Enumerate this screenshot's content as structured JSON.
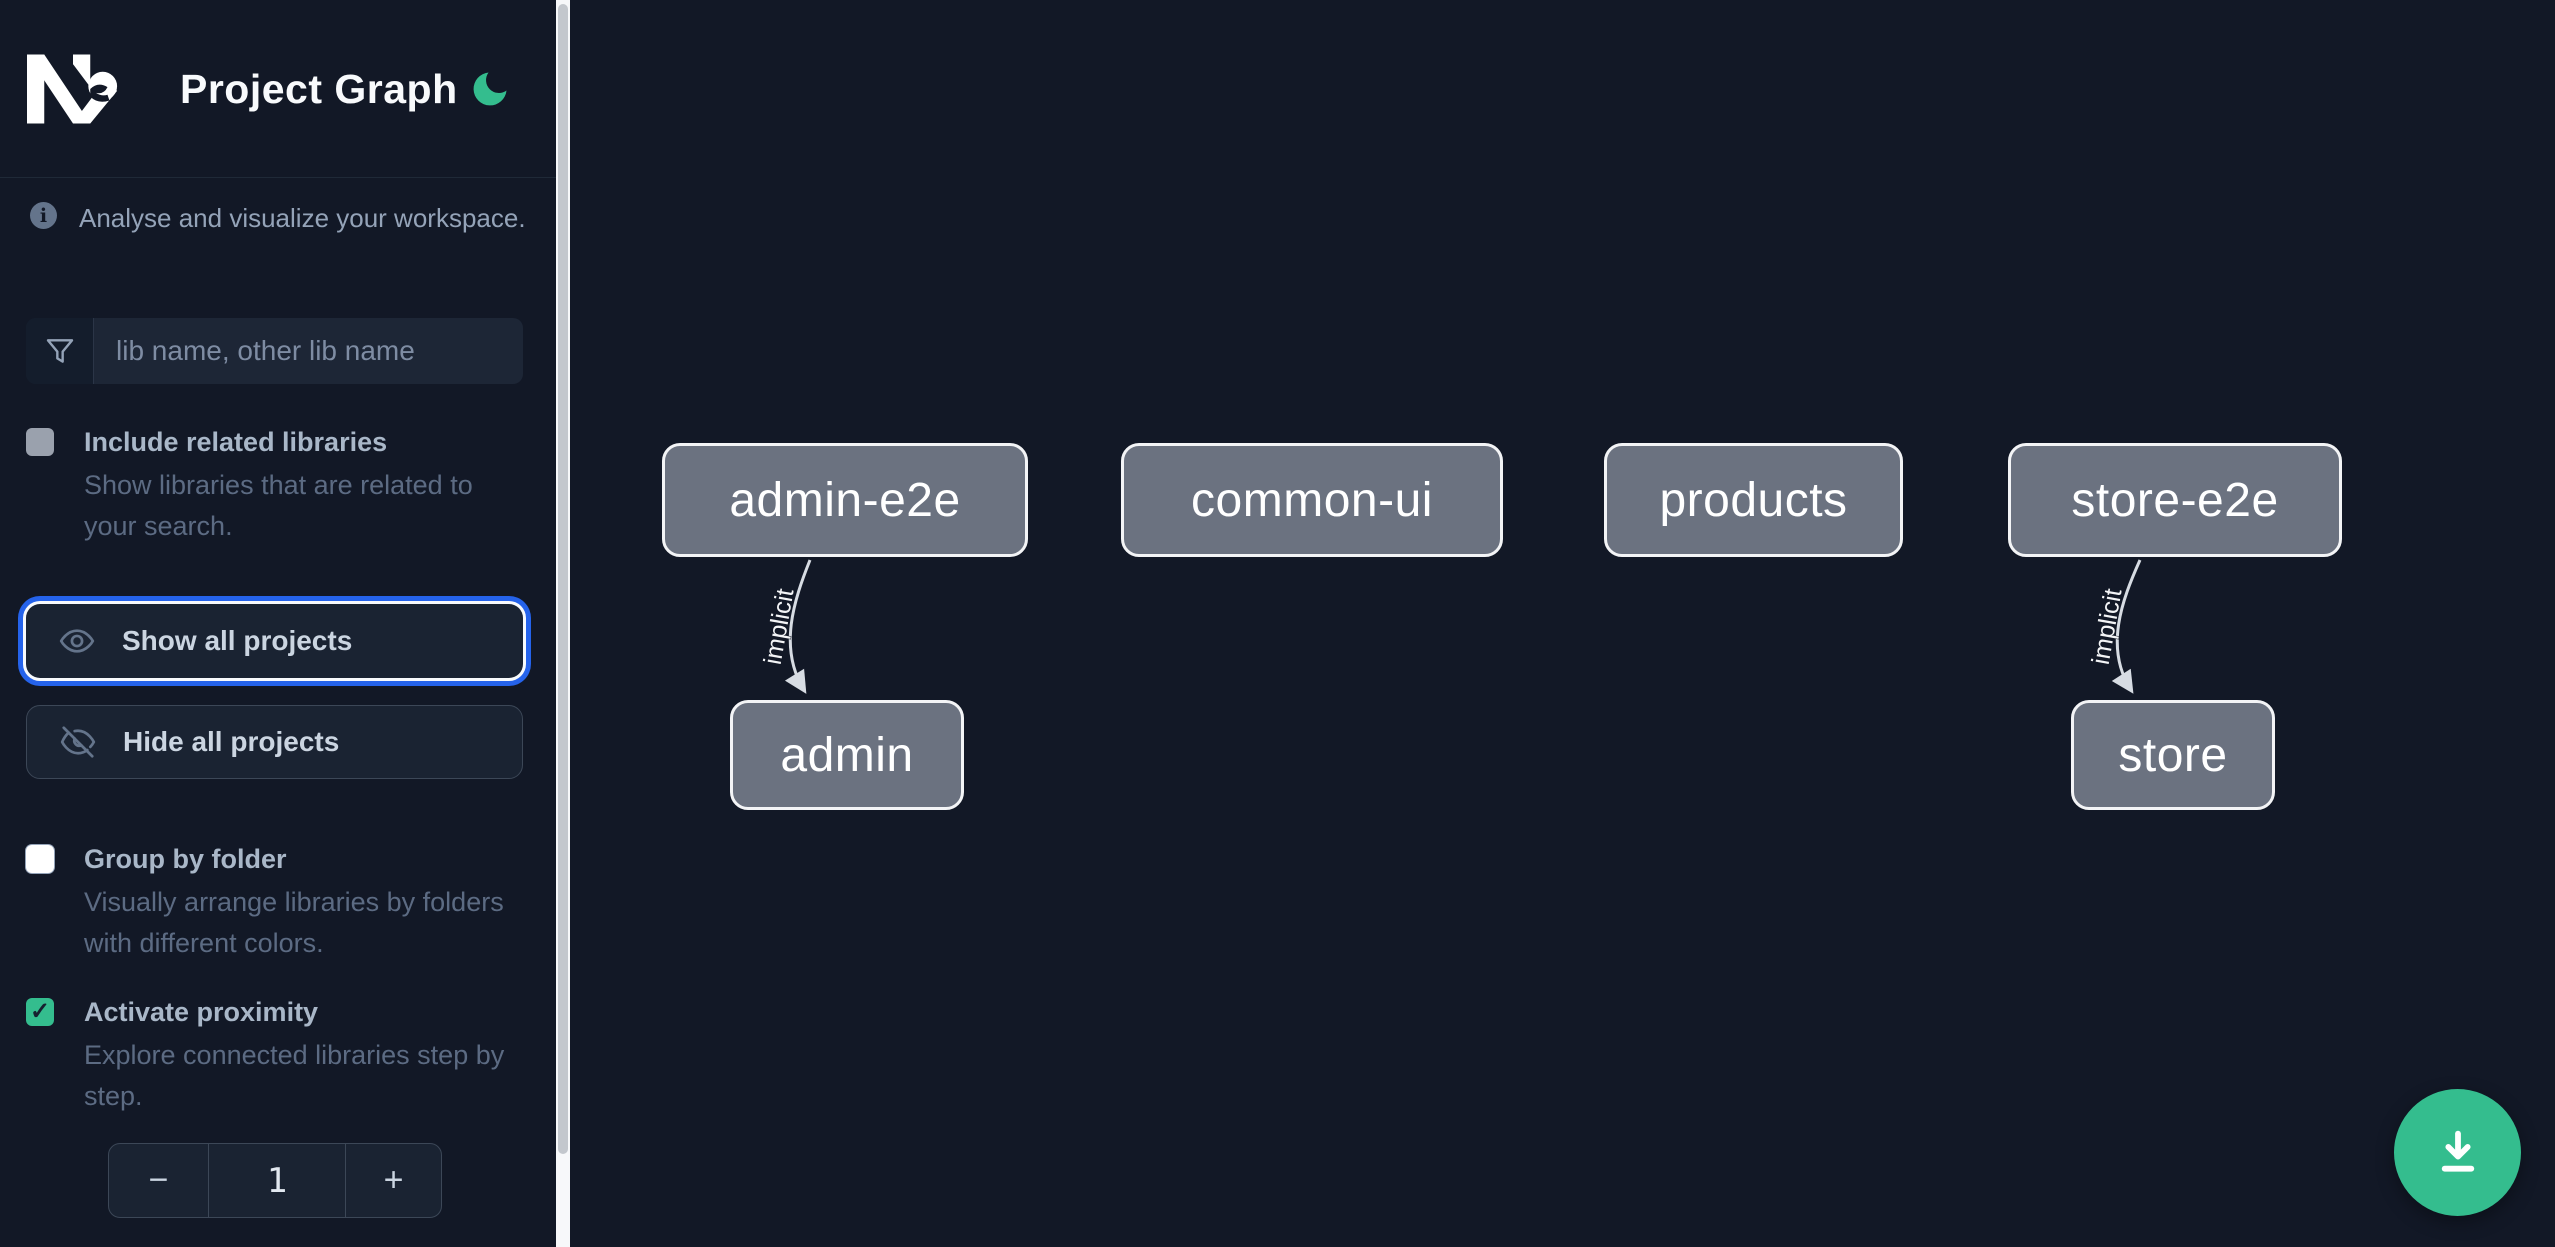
{
  "app": {
    "title": "Project Graph"
  },
  "sidebar": {
    "tagline": "Analyse and visualize your workspace.",
    "search": {
      "placeholder": "lib name, other lib name"
    },
    "include_related": {
      "label": "Include related libraries",
      "description": "Show libraries that are related to your search.",
      "checked": false
    },
    "show_all": {
      "label": "Show all projects"
    },
    "hide_all": {
      "label": "Hide all projects"
    },
    "group_by_folder": {
      "label": "Group by folder",
      "description": "Visually arrange libraries by folders with different colors.",
      "checked": false
    },
    "activate_proximity": {
      "label": "Activate proximity",
      "description": "Explore connected libraries step by step.",
      "checked": true
    },
    "stepper": {
      "decrement": "−",
      "value": "1",
      "increment": "+"
    }
  },
  "graph": {
    "nodes": [
      {
        "label": "admin-e2e"
      },
      {
        "label": "common-ui"
      },
      {
        "label": "products"
      },
      {
        "label": "store-e2e"
      },
      {
        "label": "admin"
      },
      {
        "label": "store"
      }
    ],
    "edges": [
      {
        "from": "admin-e2e",
        "to": "admin",
        "label": "implicit"
      },
      {
        "from": "store-e2e",
        "to": "store",
        "label": "implicit"
      }
    ]
  },
  "colors": {
    "background": "#121826",
    "accent_green": "#34bd8e",
    "focus_blue": "#2563eb",
    "node_fill": "#6b7280",
    "node_border": "#f3f4f6"
  }
}
